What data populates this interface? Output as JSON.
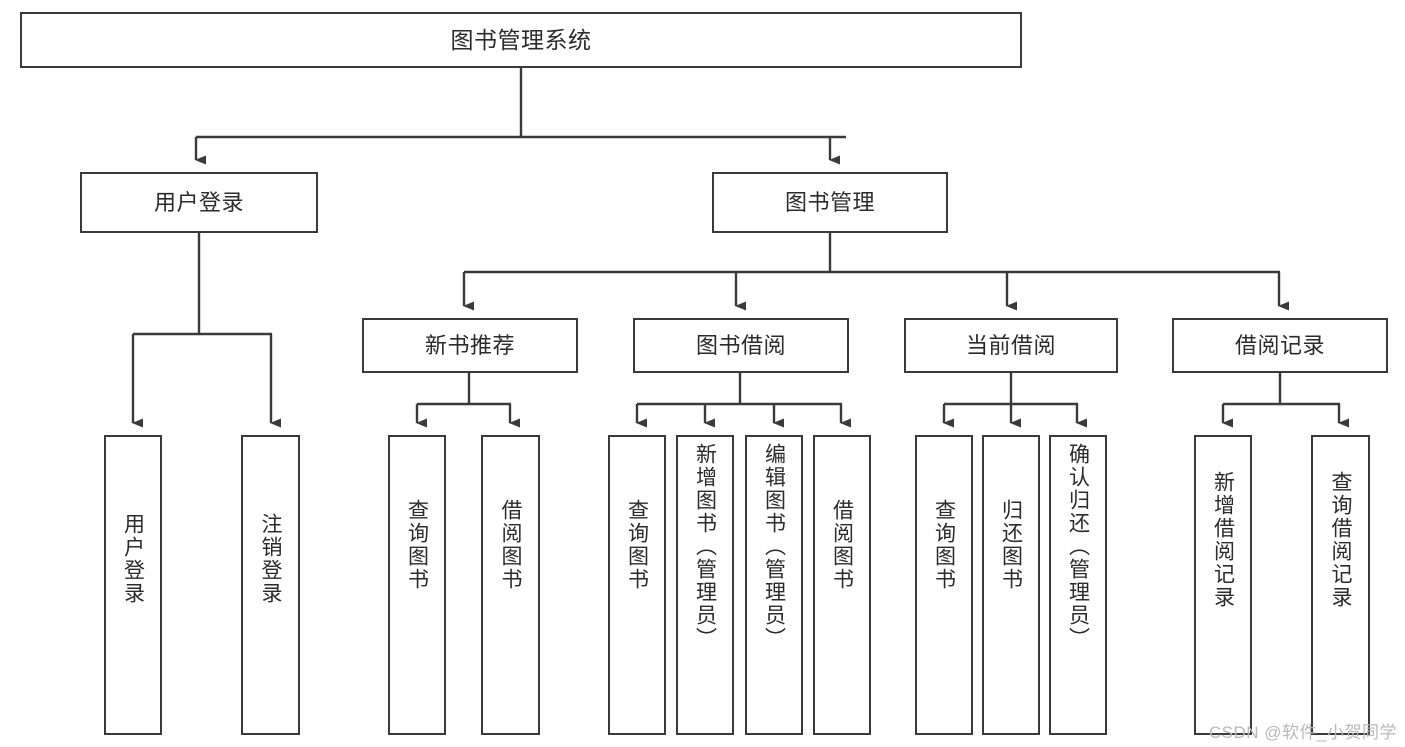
{
  "meta": {
    "title": "图书管理系统 功能结构图",
    "watermark": "CSDN @软件_小贺同学",
    "line_color": "#3a3a3a",
    "box_fill": "#ffffff",
    "text_color": "#2b2b2b"
  },
  "chart_data": {
    "type": "tree",
    "title": "图书管理系统",
    "orientation": "top-down",
    "levels": 4,
    "nodes": [
      {
        "id": "root",
        "label": "图书管理系统",
        "level": 0,
        "parent": null
      },
      {
        "id": "login",
        "label": "用户登录",
        "level": 1,
        "parent": "root"
      },
      {
        "id": "bookmgmt",
        "label": "图书管理",
        "level": 1,
        "parent": "root"
      },
      {
        "id": "newrec",
        "label": "新书推荐",
        "level": 2,
        "parent": "bookmgmt"
      },
      {
        "id": "borrow",
        "label": "图书借阅",
        "level": 2,
        "parent": "bookmgmt"
      },
      {
        "id": "current",
        "label": "当前借阅",
        "level": 2,
        "parent": "bookmgmt"
      },
      {
        "id": "records",
        "label": "借阅记录",
        "level": 2,
        "parent": "bookmgmt"
      },
      {
        "id": "l-login",
        "label": "用户登录",
        "level": 3,
        "parent": "login"
      },
      {
        "id": "l-logout",
        "label": "注销登录",
        "level": 3,
        "parent": "login"
      },
      {
        "id": "n-query",
        "label": "查询图书",
        "level": 3,
        "parent": "newrec"
      },
      {
        "id": "n-borrow",
        "label": "借阅图书",
        "level": 3,
        "parent": "newrec"
      },
      {
        "id": "b-query",
        "label": "查询图书",
        "level": 3,
        "parent": "borrow"
      },
      {
        "id": "b-add",
        "label": "新增图书（管理员）",
        "level": 3,
        "parent": "borrow"
      },
      {
        "id": "b-edit",
        "label": "编辑图书（管理员）",
        "level": 3,
        "parent": "borrow"
      },
      {
        "id": "b-borrow",
        "label": "借阅图书",
        "level": 3,
        "parent": "borrow"
      },
      {
        "id": "c-query",
        "label": "查询图书",
        "level": 3,
        "parent": "current"
      },
      {
        "id": "c-return",
        "label": "归还图书",
        "level": 3,
        "parent": "current"
      },
      {
        "id": "c-confirm",
        "label": "确认归还（管理员）",
        "level": 3,
        "parent": "current"
      },
      {
        "id": "r-add",
        "label": "新增借阅记录",
        "level": 3,
        "parent": "records"
      },
      {
        "id": "r-query",
        "label": "查询借阅记录",
        "level": 3,
        "parent": "records"
      }
    ]
  },
  "tree": {
    "root": {
      "label": "图书管理系统"
    },
    "level1": [
      {
        "label": "用户登录"
      },
      {
        "label": "图书管理"
      }
    ],
    "level2": [
      {
        "label": "新书推荐"
      },
      {
        "label": "图书借阅"
      },
      {
        "label": "当前借阅"
      },
      {
        "label": "借阅记录"
      }
    ],
    "leaves": {
      "login": [
        {
          "label": "用户登录"
        },
        {
          "label": "注销登录"
        }
      ],
      "new_recommend": [
        {
          "label": "查询图书"
        },
        {
          "label": "借阅图书"
        }
      ],
      "book_borrow": [
        {
          "label": "查询图书"
        },
        {
          "label": "新增图书（管理员）"
        },
        {
          "label": "编辑图书（管理员）"
        },
        {
          "label": "借阅图书"
        }
      ],
      "current_borrow": [
        {
          "label": "查询图书"
        },
        {
          "label": "归还图书"
        },
        {
          "label": "确认归还（管理员）"
        }
      ],
      "borrow_records": [
        {
          "label": "新增借阅记录"
        },
        {
          "label": "查询借阅记录"
        }
      ]
    }
  }
}
